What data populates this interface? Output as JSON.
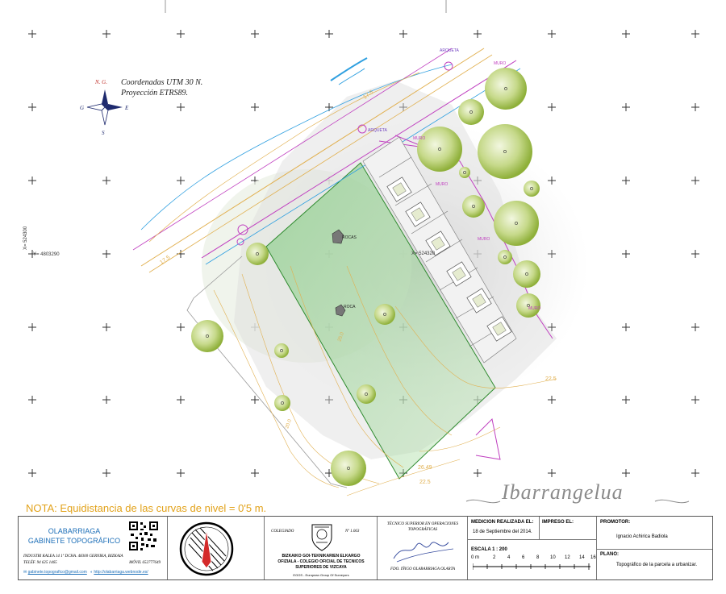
{
  "map": {
    "coord_system_line1": "Coordenadas UTM 30 N.",
    "coord_system_line2": "Proyección ETRS89.",
    "compass": {
      "north": "N. G.",
      "south": "S",
      "east": "E",
      "west": "G"
    },
    "y_coord_label": "Y= 4803290",
    "x_coord_label": "X= 524300",
    "x_coord_label_2": "X= 524320",
    "labels": {
      "arqueta": "ARQUETA",
      "muro": "MURO",
      "rocas": "ROCAS",
      "roca": "ROCA"
    },
    "contours": [
      "17.5",
      "20.0",
      "22.5",
      "25.0",
      "26.49"
    ],
    "contour_colors": {
      "contour": "#e1b050",
      "fence": "#c040c0",
      "water": "#30a0e0",
      "parcel": "#2e8a2e"
    }
  },
  "note": "NOTA:  Equidistancia de las curvas de nivel = 0'5 m.",
  "script_title": "Ibarrangelua",
  "titleblock": {
    "firm_name_line1": "OLABARRIAGA",
    "firm_name_line2": "GABINETE TOPOGRÁFICO",
    "firm_address": "INDUSTRI KALEA 14 1º DCHA. 48300 GERNIKA, BIZKAIA",
    "firm_phone": "TELÉF. 94 625 1465",
    "firm_mobile": "MÓVIL 652777649",
    "firm_email": "gabinete.topografico@gmail.com",
    "firm_web": "http://olabarriaga.webnode.es/",
    "college_label": "COLEGIADO",
    "college_number": "Nº  1.063",
    "college_line1": "BIZKAIKO GOI-TEKNIKARIEN ELKARGO",
    "college_line2": "OFIZIALA - COLEGIO OFICIAL DE TECNICOS",
    "college_line3": "SUPERIORES DE VIZCAYA",
    "college_sub": "EGOS - European Group Of Surveyors",
    "tech_title": "TÉCNICO SUPERIOR EN OPERACIONES TOPOGRÁFICAS",
    "tech_name": "FDO. IÑIGO OLABARRIAGA OLARTA",
    "medicion_label": "MEDICION REALIZADA EL:",
    "medicion_value": "18 de Septiembre del 2014.",
    "impreso_label": "IMPRESO EL:",
    "escala_label": "ESCALA  1 : 200",
    "scale_ticks": [
      "0 m",
      "2",
      "4",
      "6",
      "8",
      "10",
      "12",
      "14",
      "16"
    ],
    "promotor_label": "PROMOTOR:",
    "promotor_value": "Ignacio  Achirica Badiola",
    "plano_label": "PLANO:",
    "plano_value": "Topográfico de la parcela a urbanizar."
  }
}
